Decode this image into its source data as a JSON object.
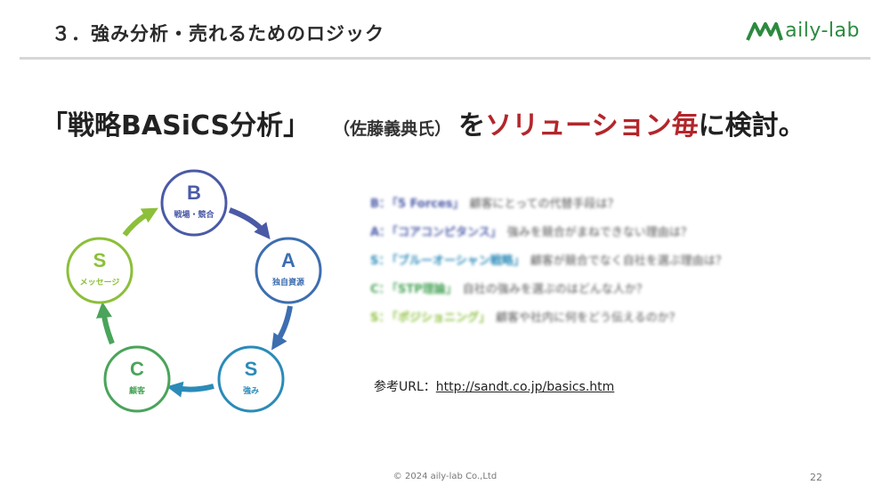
{
  "header": {
    "section_title": "３．強み分析・売れるためのロジック",
    "logo_text": "aily-lab",
    "logo_color": "#2c8a3f"
  },
  "headline": {
    "main": "「戦略BASiCS分析」",
    "sub": "（佐藤義典氏）",
    "pre": "を",
    "accent": "ソリューション毎",
    "post": "に検討。",
    "accent_color": "#b3262b"
  },
  "cycle": {
    "nodes": [
      {
        "letter": "B",
        "label": "戦場・競合",
        "color": "#4a5aa6"
      },
      {
        "letter": "A",
        "label": "独自資源",
        "color": "#3d6eb0"
      },
      {
        "letter": "S",
        "label": "強み",
        "color": "#2b8bb8"
      },
      {
        "letter": "C",
        "label": "顧客",
        "color": "#4aa45a"
      },
      {
        "letter": "S",
        "label": "メッセージ",
        "color": "#8cbf3a"
      }
    ]
  },
  "questions": [
    {
      "letter": "B：",
      "tag": "「5 Forces」",
      "text": "顧客にとっての代替手段は？"
    },
    {
      "letter": "A：",
      "tag": "「コアコンピタンス」",
      "text": "強みを競合がまねできない理由は？"
    },
    {
      "letter": "S：",
      "tag": "「ブルーオーシャン戦略」",
      "text": "顧客が競合でなく自社を選ぶ理由は？"
    },
    {
      "letter": "C：",
      "tag": "「STP理論」",
      "text": "自社の強みを選ぶのはどんな人か？"
    },
    {
      "letter": "S：",
      "tag": "「ポジショニング」",
      "text": "顧客や社内に何をどう伝えるのか？"
    }
  ],
  "reference": {
    "label": "参考URL：",
    "url": "http://sandt.co.jp/basics.htm"
  },
  "footer": {
    "copyright": "© 2024 aily-lab Co.,Ltd",
    "page_number": "22"
  }
}
